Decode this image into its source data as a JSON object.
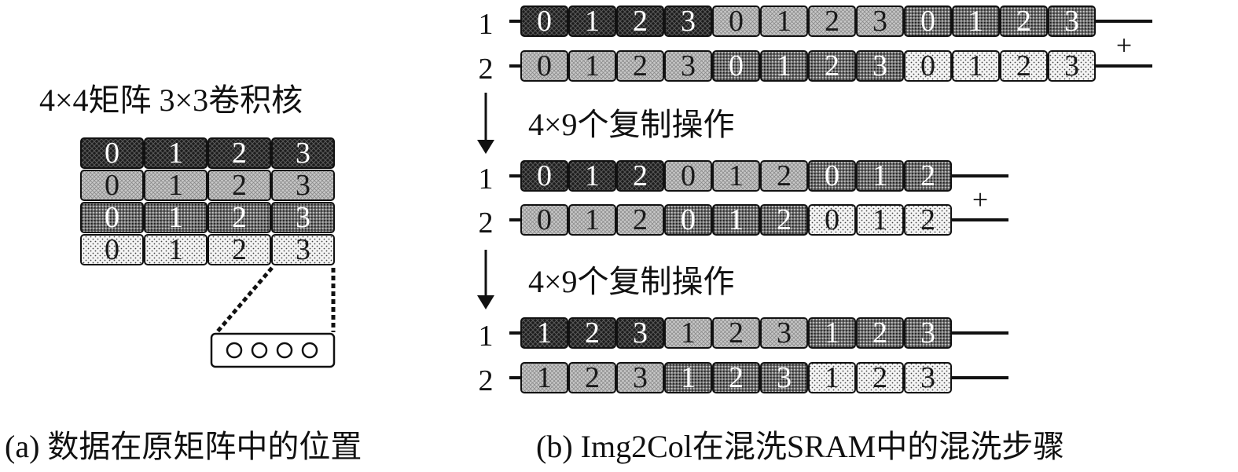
{
  "colors": {
    "pattern_a_fill": "#1c1c1c",
    "pattern_b_fill": "#c8c8c8",
    "pattern_c_fill": "#6e6e6e",
    "pattern_d_fill": "#f4f4f4",
    "stroke": "#111111"
  },
  "left_panel": {
    "title": "4×4矩阵  3×3卷积核",
    "matrix_rows": [
      {
        "pattern": "a",
        "cells": [
          "0",
          "1",
          "2",
          "3"
        ]
      },
      {
        "pattern": "b",
        "cells": [
          "0",
          "1",
          "2",
          "3"
        ]
      },
      {
        "pattern": "c",
        "cells": [
          "0",
          "1",
          "2",
          "3"
        ]
      },
      {
        "pattern": "d",
        "cells": [
          "0",
          "1",
          "2",
          "3"
        ]
      }
    ],
    "sram_box": {
      "slots": 4
    },
    "caption": "(a) 数据在原矩阵中的位置"
  },
  "right_panel": {
    "groups": [
      {
        "lanes": [
          {
            "label": "1",
            "segments": [
              {
                "pattern": "a",
                "cells": [
                  "0",
                  "1",
                  "2",
                  "3"
                ]
              },
              {
                "pattern": "b",
                "cells": [
                  "0",
                  "1",
                  "2",
                  "3"
                ]
              },
              {
                "pattern": "c",
                "cells": [
                  "0",
                  "1",
                  "2",
                  "3"
                ]
              }
            ]
          },
          {
            "label": "2",
            "segments": [
              {
                "pattern": "b",
                "cells": [
                  "0",
                  "1",
                  "2",
                  "3"
                ]
              },
              {
                "pattern": "c",
                "cells": [
                  "0",
                  "1",
                  "2",
                  "3"
                ]
              },
              {
                "pattern": "d",
                "cells": [
                  "0",
                  "1",
                  "2",
                  "3"
                ]
              }
            ]
          }
        ],
        "plus": "+"
      },
      {
        "lanes": [
          {
            "label": "1",
            "segments": [
              {
                "pattern": "a",
                "cells": [
                  "0",
                  "1",
                  "2"
                ]
              },
              {
                "pattern": "b",
                "cells": [
                  "0",
                  "1",
                  "2"
                ]
              },
              {
                "pattern": "c",
                "cells": [
                  "0",
                  "1",
                  "2"
                ]
              }
            ]
          },
          {
            "label": "2",
            "segments": [
              {
                "pattern": "b",
                "cells": [
                  "0",
                  "1",
                  "2"
                ]
              },
              {
                "pattern": "c",
                "cells": [
                  "0",
                  "1",
                  "2"
                ]
              },
              {
                "pattern": "d",
                "cells": [
                  "0",
                  "1",
                  "2"
                ]
              }
            ]
          }
        ],
        "plus": "+"
      },
      {
        "lanes": [
          {
            "label": "1",
            "segments": [
              {
                "pattern": "a",
                "cells": [
                  "1",
                  "2",
                  "3"
                ]
              },
              {
                "pattern": "b",
                "cells": [
                  "1",
                  "2",
                  "3"
                ]
              },
              {
                "pattern": "c",
                "cells": [
                  "1",
                  "2",
                  "3"
                ]
              }
            ]
          },
          {
            "label": "2",
            "segments": [
              {
                "pattern": "b",
                "cells": [
                  "1",
                  "2",
                  "3"
                ]
              },
              {
                "pattern": "c",
                "cells": [
                  "1",
                  "2",
                  "3"
                ]
              },
              {
                "pattern": "d",
                "cells": [
                  "1",
                  "2",
                  "3"
                ]
              }
            ]
          }
        ],
        "plus": ""
      }
    ],
    "steps": [
      "4×9个复制操作",
      "4×9个复制操作"
    ],
    "caption": "(b) Img2Col在混洗SRAM中的混洗步骤"
  }
}
